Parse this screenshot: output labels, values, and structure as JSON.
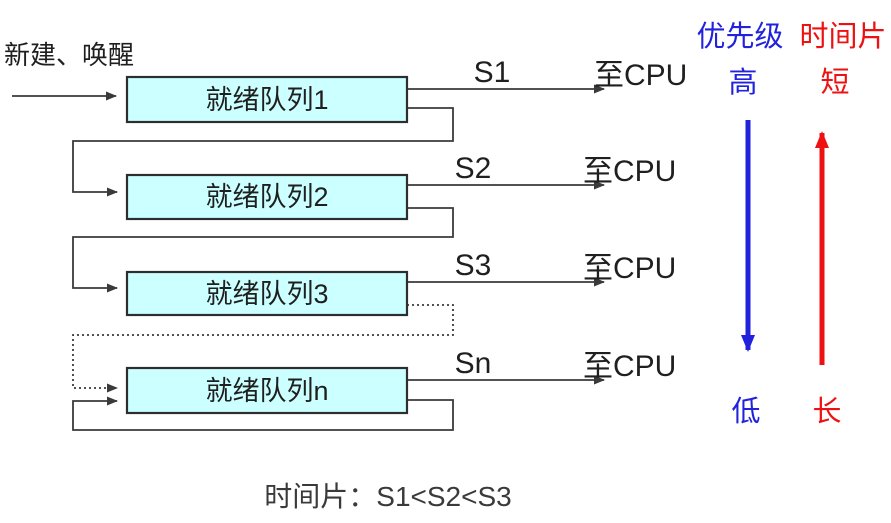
{
  "diagram": {
    "title": "multilevel-feedback-queue-scheduling",
    "entry_label": "新建、唤醒",
    "queues": [
      {
        "label": "就绪队列1",
        "slice": "S1",
        "cpu": "至CPU"
      },
      {
        "label": "就绪队列2",
        "slice": "S2",
        "cpu": "至CPU"
      },
      {
        "label": "就绪队列3",
        "slice": "S3",
        "cpu": "至CPU"
      },
      {
        "label": "就绪队列n",
        "slice": "Sn",
        "cpu": "至CPU"
      }
    ],
    "priority_column": {
      "title": "优先级",
      "top": "高",
      "bottom": "低",
      "direction": "down"
    },
    "timeslice_column": {
      "title": "时间片",
      "top": "短",
      "bottom": "长",
      "direction": "up"
    },
    "caption": "时间片：S1<S2<S3"
  },
  "colors": {
    "queue_fill": "#ccffff",
    "queue_border": "#2e2e2e",
    "line": "#3a3a3a",
    "text": "#1f1f1f",
    "priority_blue": "#2222dd",
    "timeslice_red": "#ee1111",
    "caption_color": "#3a3a3a",
    "background": "#ffffff"
  }
}
